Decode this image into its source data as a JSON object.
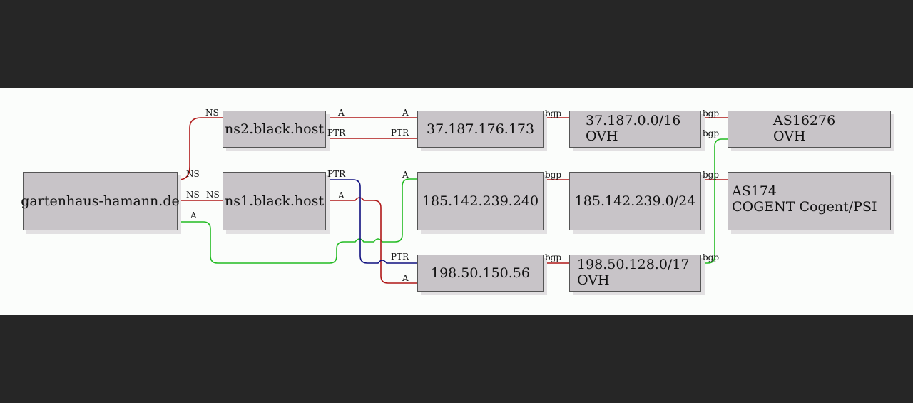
{
  "colors": {
    "background": "#262626",
    "canvas": "#fbfdfb",
    "node_fill": "#c8c4c8",
    "edge_red": "#b01818",
    "edge_blue": "#101080",
    "edge_green": "#22bb22"
  },
  "nodes": {
    "domain": "gartenhaus-hamann.de",
    "ns1": "ns1.black.host",
    "ns2": "ns2.black.host",
    "ip_37": "37.187.176.173",
    "ip_185": "185.142.239.240",
    "ip_198": "198.50.150.56",
    "net_37": {
      "line1": "37.187.0.0/16",
      "line2": "OVH"
    },
    "net_185": "185.142.239.0/24",
    "net_198": {
      "line1": "198.50.128.0/17",
      "line2": "OVH"
    },
    "as16276": {
      "line1": "AS16276",
      "line2": "OVH"
    },
    "as174": {
      "line1": "AS174",
      "line2": "COGENT Cogent/PSI"
    }
  },
  "edge_labels": {
    "ns": "NS",
    "a": "A",
    "ptr": "PTR",
    "bgp": "bgp"
  }
}
